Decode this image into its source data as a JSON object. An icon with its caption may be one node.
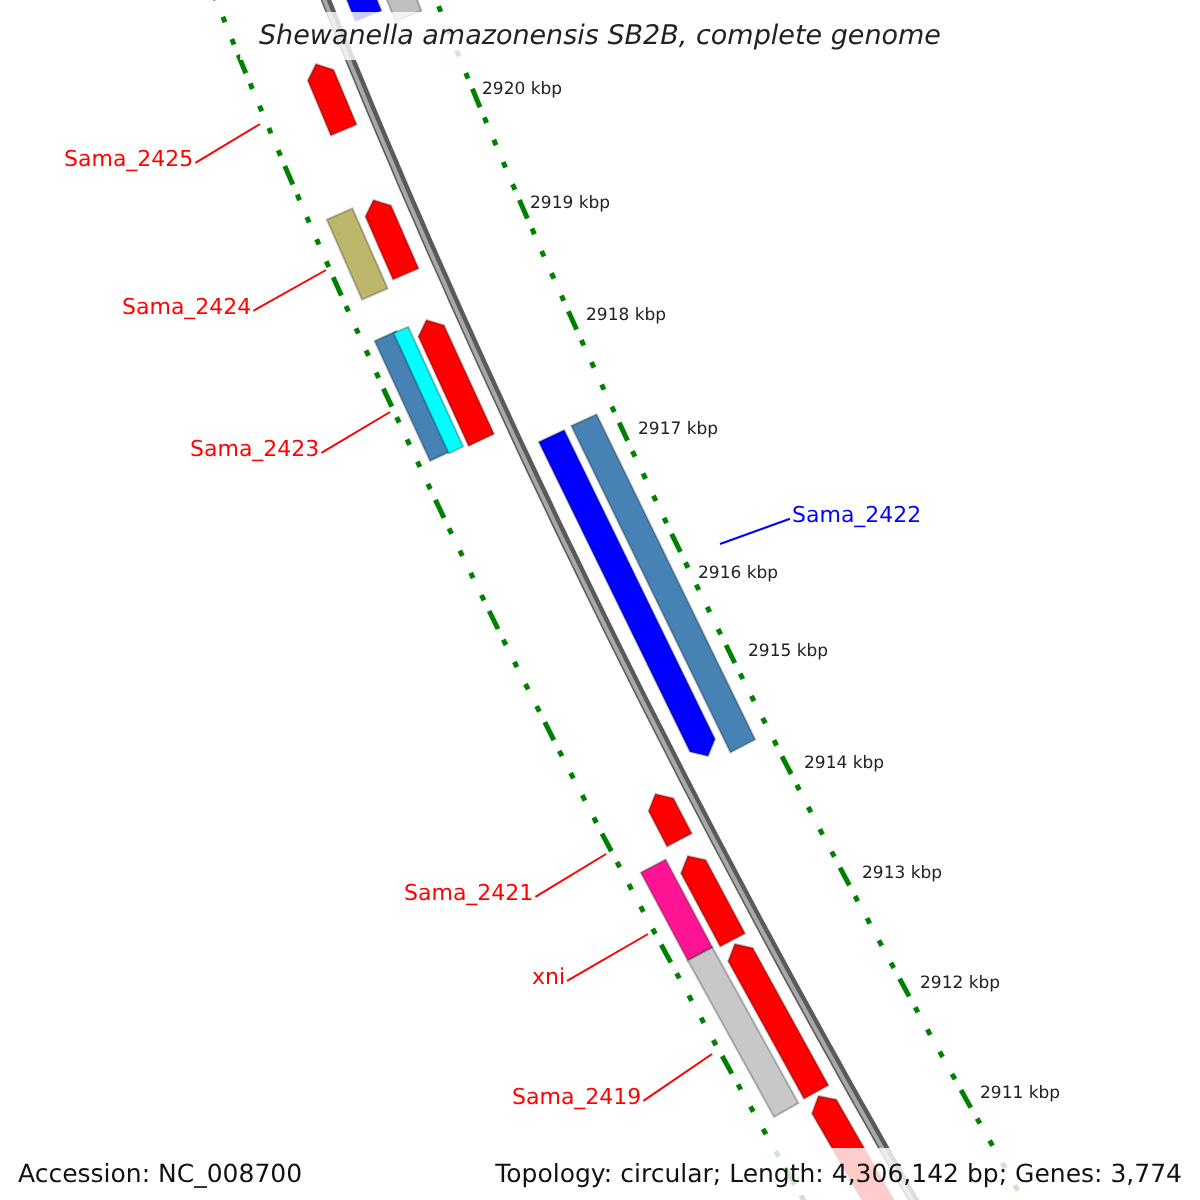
{
  "diagram": {
    "title": "Shewanella amazonensis SB2B, complete genome",
    "nodes": [
      {
        "text": [
          "Sama_2425"
        ]
      },
      {
        "text": [
          "Sama_2424"
        ]
      },
      {
        "text": [
          "Sama_2423"
        ]
      },
      {
        "text": [
          "Sama_2422"
        ]
      },
      {
        "text": [
          "Sama_2421"
        ]
      },
      {
        "text": [
          "xni"
        ]
      },
      {
        "text": [
          "Sama_2419"
        ]
      }
    ],
    "edges": [
      {
        "from": 0,
        "to": null,
        "arrow": "none"
      },
      {
        "from": 1,
        "to": null,
        "arrow": "none"
      },
      {
        "from": 2,
        "to": null,
        "arrow": "none"
      },
      {
        "from": 3,
        "to": null,
        "arrow": "none",
        "color": "#0000ff"
      },
      {
        "from": 4,
        "to": null,
        "arrow": "none"
      },
      {
        "from": 5,
        "to": null,
        "arrow": "none"
      },
      {
        "from": 6,
        "to": null,
        "arrow": "none"
      }
    ],
    "labels": [
      "2920 kbp",
      "2919 kbp",
      "2918 kbp",
      "2917 kbp",
      "2916 kbp",
      "2915 kbp",
      "2914 kbp",
      "2913 kbp",
      "2912 kbp",
      "2911 kbp",
      "Accession: NC_008700",
      "Topology: circular; Length: 4,306,142 bp; Genes: 3,774"
    ]
  }
}
